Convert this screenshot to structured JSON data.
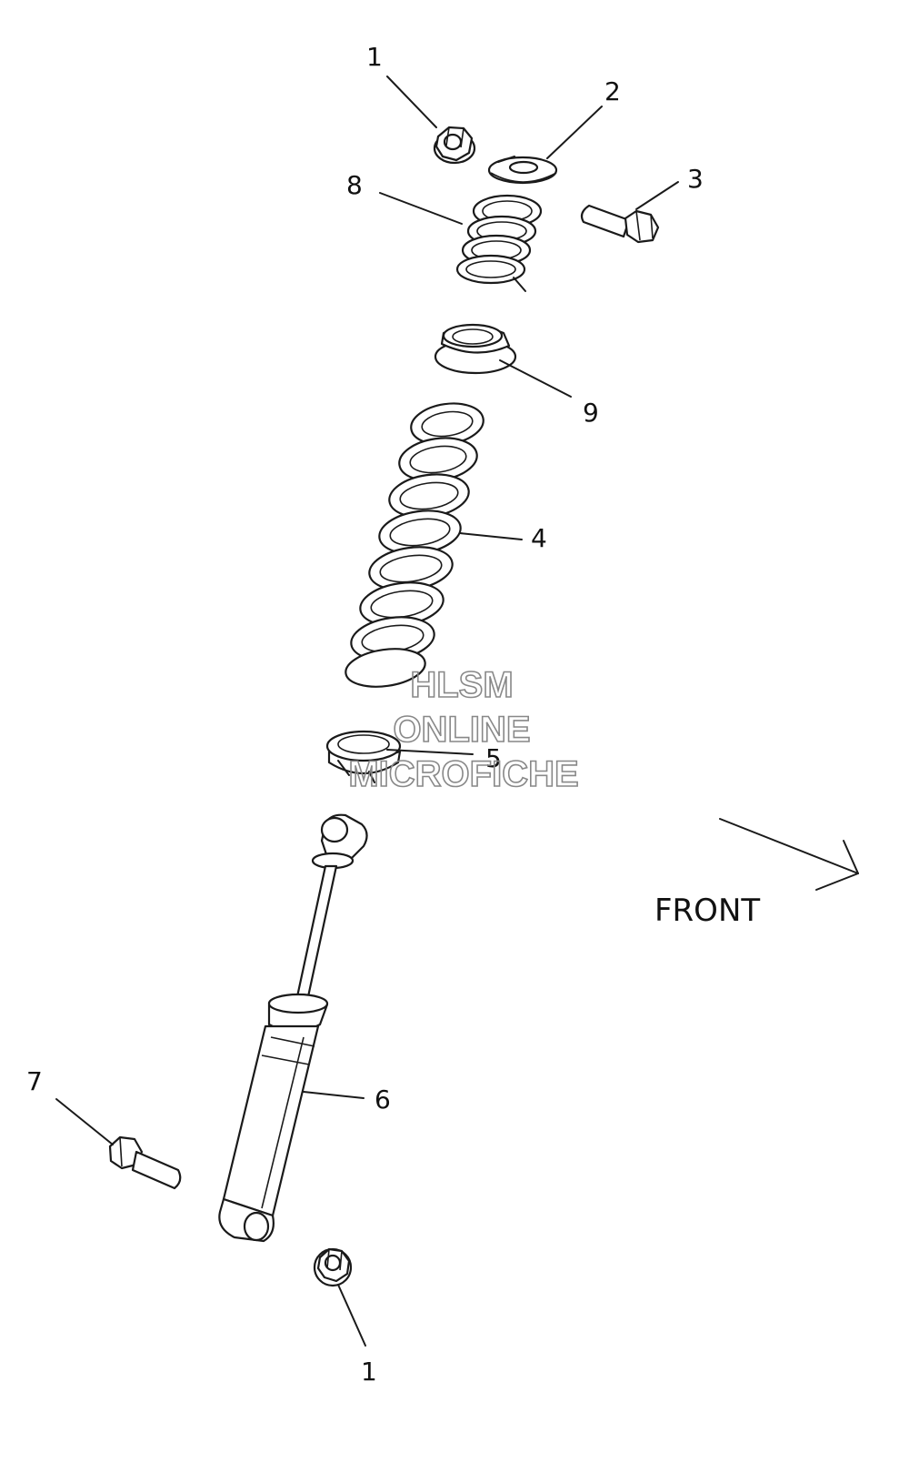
{
  "callouts": [
    {
      "id": "c1-top",
      "label": "1"
    },
    {
      "id": "c2",
      "label": "2"
    },
    {
      "id": "c3",
      "label": "3"
    },
    {
      "id": "c8",
      "label": "8"
    },
    {
      "id": "c9",
      "label": "9"
    },
    {
      "id": "c4",
      "label": "4"
    },
    {
      "id": "c5",
      "label": "5"
    },
    {
      "id": "c6",
      "label": "6"
    },
    {
      "id": "c7",
      "label": "7"
    },
    {
      "id": "c1-bottom",
      "label": "1"
    }
  ],
  "direction_label": "FRONT",
  "watermark": {
    "line1": "HLSM",
    "line2": "ONLINE",
    "line3": "MICROFICHE"
  }
}
